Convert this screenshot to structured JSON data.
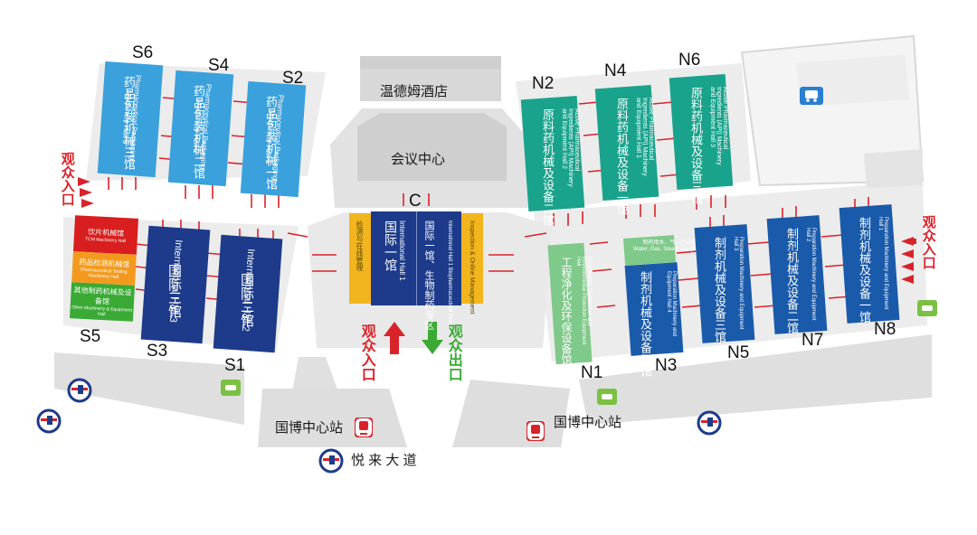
{
  "buildings": {
    "hotel": "温德姆酒店",
    "conference": "会议中心",
    "center_code": "C"
  },
  "halls": {
    "S6": {
      "code": "S6",
      "cn": "药品包装机械三馆",
      "en": "Pharmaceutical Packaging Machinery Hall 3",
      "color": "#3aa1dc"
    },
    "S4": {
      "code": "S4",
      "cn": "药品包装机械二馆",
      "en": "Pharmaceutical Packaging Machinery Hall 2",
      "color": "#3aa1dc"
    },
    "S2": {
      "code": "S2",
      "cn": "药品包装机械一馆",
      "en": "Pharmaceutical Packaging Machinery Hall 1",
      "color": "#3aa1dc"
    },
    "S5": {
      "code": "S5",
      "zones": [
        {
          "cn": "饮片机械馆",
          "en": "TCM Machinery Hall",
          "color": "#d81e1e"
        },
        {
          "cn": "药品检测机械馆",
          "en": "Pharmaceutical Testing Machinery Hall",
          "color": "#f39a1e"
        },
        {
          "cn": "其他制药机械及设备馆",
          "en": "Other Machinery & Equipment Hall",
          "color": "#3aaa35"
        }
      ]
    },
    "S3": {
      "code": "S3",
      "cn": "国际三馆",
      "en": "International Hall 3",
      "color": "#1d3b8a"
    },
    "S1": {
      "code": "S1",
      "cn": "国际二馆",
      "en": "International Hall 2",
      "color": "#1d3b8a"
    },
    "C": {
      "cn1": "国际一馆",
      "en1": "International Hall 1",
      "cn2": "国际一馆、生物制药专区",
      "en2": "International Hall 1 Biopharmaceutical Zone",
      "color": "#1d3b8a",
      "side_cn": "检测与在线管理",
      "side_en": "Inspection & Online Management",
      "side_color": "#f3b51e"
    },
    "N2": {
      "code": "N2",
      "cn": "原料药机械及设备二馆",
      "en": "Active Pharmaceutical Ingredients (API) Machinery and Equipment Hall 2",
      "color": "#1aa38c"
    },
    "N4": {
      "code": "N4",
      "cn": "原料药机械及设备一馆",
      "en": "Active Pharmaceutical Ingredients (API) Machinery and Equipment Hall 1",
      "color": "#1aa38c"
    },
    "N6": {
      "code": "N6",
      "cn": "原料药机械及设备三馆",
      "en": "Active Pharmaceutical Ingredients (API) Machinery and Equipment Hall 3",
      "color": "#1aa38c"
    },
    "N1": {
      "code": "N1",
      "cn": "工程净化及环保设备馆",
      "en": "Engineering, Purification and Environmental Protection Equipment Hall",
      "color": "#7fc98a"
    },
    "N3": {
      "code": "N3",
      "cn": "制剂机械及设备四馆",
      "en": "Preparation Machinery and Equipment Hall 4",
      "color": "#1a5aaa",
      "top_cn": "制药用水、气、汽设备",
      "top_en": "Water, Gas, Steam Equipment"
    },
    "N5": {
      "code": "N5",
      "cn": "制剂机械及设备三馆",
      "en": "Preparation Machinery and Equipment Hall 3",
      "color": "#1a5aaa"
    },
    "N7": {
      "code": "N7",
      "cn": "制剂机械及设备二馆",
      "en": "Preparation Machinery and Equipment Hall 2",
      "color": "#1a5aaa"
    },
    "N8": {
      "code": "N8",
      "cn": "制剂机械及设备一馆",
      "en": "Preparation Machinery and Equipment Hall 1",
      "color": "#1a5aaa"
    }
  },
  "labels": {
    "entrance": "观众入口",
    "exit": "观众出口",
    "station": "国博中心站",
    "road": "悦 来 大 道"
  },
  "colors": {
    "red": "#d9232a",
    "green": "#3aaa35",
    "ground": "#e6e6e6",
    "road": "#dcdcdc"
  },
  "icons": {
    "bus": "bus-stop-icon",
    "parking": "parking-icon",
    "metro": "metro-icon",
    "rail": "rail-transit-icon"
  }
}
